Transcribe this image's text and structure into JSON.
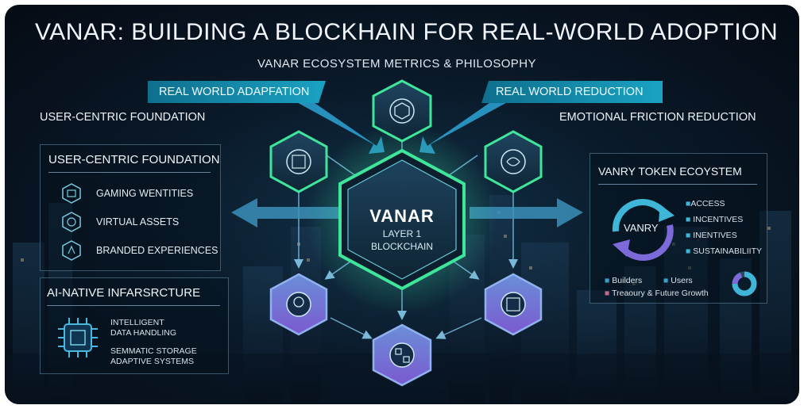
{
  "title": "VANAR: BUILDING A BLOCKHAIN FOR REAL-WORLD ADOPTION",
  "subtitle": "VANAR ECOSYSTEM METRICS & PHILOSOPHY",
  "banners": {
    "left": "REAL WORLD ADAPFATION",
    "right": "REAL WORLD  REDUCTION"
  },
  "side_labels": {
    "left": "USER-CENTRIC FOUNDATION",
    "right": "EMOTIONAL FRICTION REDUCTION"
  },
  "hub": {
    "name": "VANAR",
    "line1": "LAYER 1",
    "line2": "BLOCKCHAIN"
  },
  "user_panel": {
    "title": "USER-CENTRIC FOUNDATION",
    "items": [
      {
        "label": "GAMING WENTITIES",
        "icon": "gaming-icon"
      },
      {
        "label": "VIRTUAL ASSETS",
        "icon": "asset-icon"
      },
      {
        "label": "BRANDED EXPERIENCES",
        "icon": "brand-icon"
      }
    ]
  },
  "ai_panel": {
    "title": "AI-NATIVE INFARSRCTURE",
    "icon": "chip-icon",
    "lines": [
      "INTELLIGENT",
      "DATA HANDLING",
      "SEMMATIC STORAGE",
      "ADAPTIVE SYSTEMS"
    ]
  },
  "token_panel": {
    "title": "VANRY TOKEN ECOYSTEM",
    "cycle_label": "VANRY",
    "list": [
      "ACCESS",
      "INCENTIVES",
      "INENTIVES",
      "SUSTAINABILIITY"
    ],
    "legend": [
      "Builders",
      "Users",
      "Treaoury &  Future Growth"
    ],
    "legend_colors": [
      "#3aa0c8",
      "#3aa0c8",
      "#c06a8a"
    ]
  },
  "colors": {
    "accent": "#3ee59a",
    "hex_border": "#5fd6b8",
    "hex_fill": "#16344a",
    "banner": "#1aa2c2",
    "purple": "#7b6ad8"
  }
}
